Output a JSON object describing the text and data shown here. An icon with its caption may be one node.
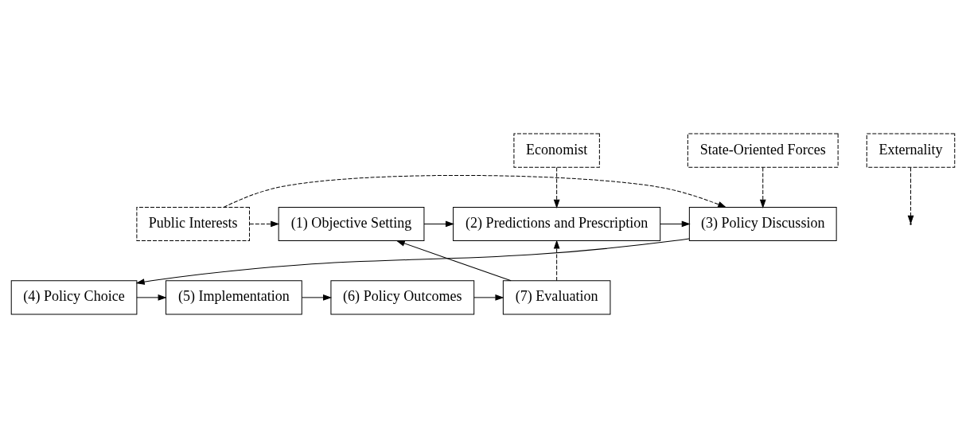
{
  "diagram": {
    "nodes": [
      {
        "text": [
          "(1) Objective Setting"
        ]
      },
      {
        "text": [
          "(2) Predictions and Prescription"
        ]
      },
      {
        "text": [
          "(3) Policy Discussion"
        ]
      },
      {
        "text": [
          "Public Interests"
        ]
      },
      {
        "text": [
          "State-Oriented Forces"
        ]
      },
      {
        "text": [
          "Economist"
        ]
      },
      {
        "text": [
          "Externality"
        ]
      },
      {
        "text": [
          "(7) Evaluation"
        ]
      },
      {
        "text": [
          "(6) Policy Outcomes"
        ]
      },
      {
        "text": [
          "(5) Implementation"
        ]
      },
      {
        "text": [
          "(4) Policy Choice"
        ]
      }
    ],
    "edges": [
      {
        "from": 0,
        "to": 1,
        "arrow": "to"
      },
      {
        "from": 1,
        "to": 2,
        "arrow": "to"
      },
      {
        "from": 3,
        "to": 0,
        "arrow": "to",
        "style": "dashed"
      },
      {
        "from": 3,
        "to": 2,
        "arrow": "to",
        "style": "dashed"
      },
      {
        "from": 4,
        "to": 2,
        "arrow": "to",
        "style": "dashed"
      },
      {
        "from": 5,
        "to": 1,
        "arrow": "to",
        "style": "dashed"
      },
      {
        "from": 2,
        "to": 10,
        "arrow": "to"
      },
      {
        "from": 10,
        "to": 9,
        "arrow": "to"
      },
      {
        "from": 9,
        "to": 8,
        "arrow": "to"
      },
      {
        "from": 6,
        "to": null,
        "arrow": "to",
        "style": "dashed"
      },
      {
        "from": 8,
        "to": 7,
        "arrow": "to"
      },
      {
        "from": 7,
        "to": 0,
        "arrow": "to"
      },
      {
        "from": 7,
        "to": 1,
        "arrow": "to",
        "style": "dashed"
      }
    ]
  }
}
